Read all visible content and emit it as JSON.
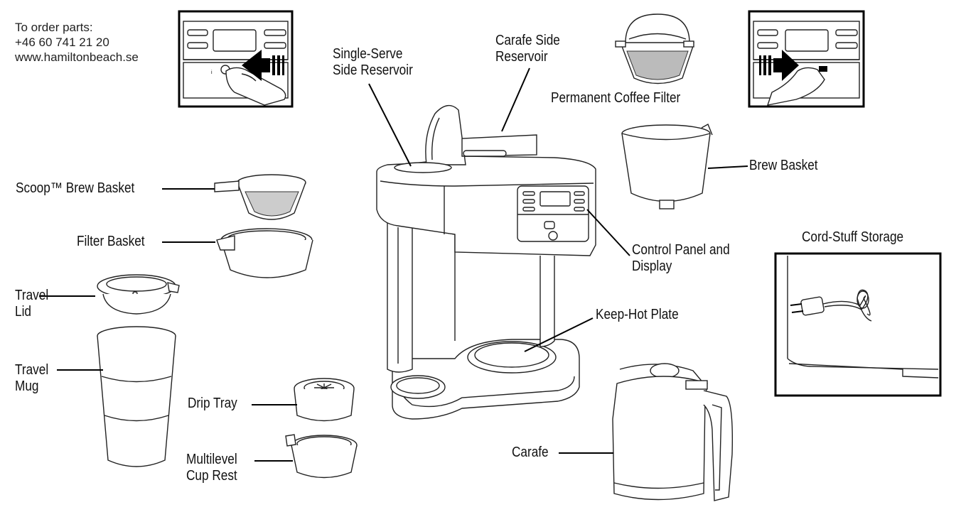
{
  "contact": {
    "line1": "To order parts:",
    "line2": "+46 60 741 21 20",
    "line3": "www.hamiltonbeach.se"
  },
  "labels": {
    "single_serve_1": "Single-Serve",
    "single_serve_2": "Side Reservoir",
    "carafe_side_1": "Carafe Side",
    "carafe_side_2": "Reservoir",
    "permanent_filter": "Permanent Coffee Filter",
    "brew_basket": "Brew Basket",
    "scoop_basket": "Scoop™ Brew Basket",
    "filter_basket": "Filter Basket",
    "control_panel_1": "Control Panel and",
    "control_panel_2": "Display",
    "cord_storage": "Cord-Stuff Storage",
    "travel_lid_1": "Travel",
    "travel_lid_2": "Lid",
    "travel_mug_1": "Travel",
    "travel_mug_2": "Mug",
    "keep_hot": "Keep-Hot Plate",
    "drip_tray": "Drip Tray",
    "cup_rest_1": "Multilevel",
    "cup_rest_2": "Cup Rest",
    "carafe": "Carafe"
  },
  "icons": [
    "arrow-left-icon",
    "arrow-right-icon",
    "plug-icon"
  ]
}
